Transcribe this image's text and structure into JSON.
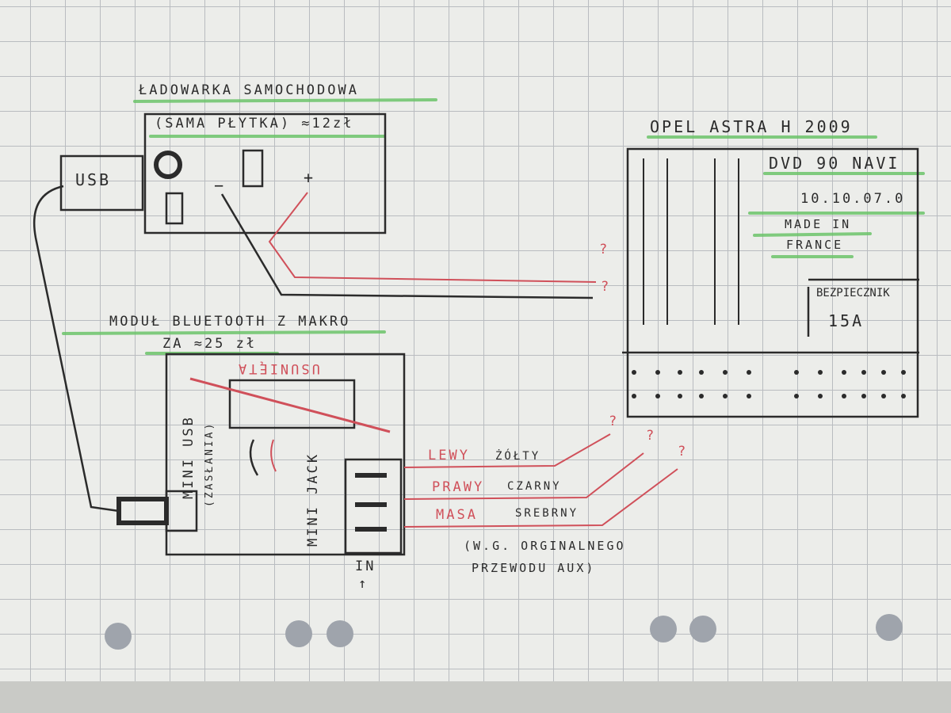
{
  "charger": {
    "title": "ŁADOWARKA SAMOCHODOWA",
    "subtitle": "(SAMA PŁYTKA) ≈12zł",
    "usb": "USB",
    "minus": "−",
    "plus": "+"
  },
  "module": {
    "title": "MODUŁ BLUETOOTH Z MAKRO",
    "price": "ZA ≈25 zł",
    "removed": "USUNIĘTA",
    "mini_usb": "MINI USB",
    "covers": "(ZASŁANIA)",
    "mini_jack": "MINI JACK",
    "in": "IN",
    "arrow": "↑"
  },
  "wires": [
    {
      "label": "LEWY",
      "color": "ŻÓŁTY"
    },
    {
      "label": "PRAWY",
      "color": "CZARNY"
    },
    {
      "label": "MASA",
      "color": "SREBRNY"
    }
  ],
  "note": {
    "line1": "(W.G. ORGINALNEGO",
    "line2": "PRZEWODU AUX)"
  },
  "radio": {
    "title": "OPEL ASTRA H 2009",
    "model": "DVD 90 NAVI",
    "code": "10.10.07.0",
    "made1": "MADE IN",
    "made2": "FRANCE",
    "fuse": "BEZPIECZNIK",
    "amps": "15A"
  },
  "question": "?",
  "colors": {
    "ink": "#2b2b2b",
    "red": "#d0505a",
    "green": "#6cc46a",
    "paper": "#ecedea"
  }
}
